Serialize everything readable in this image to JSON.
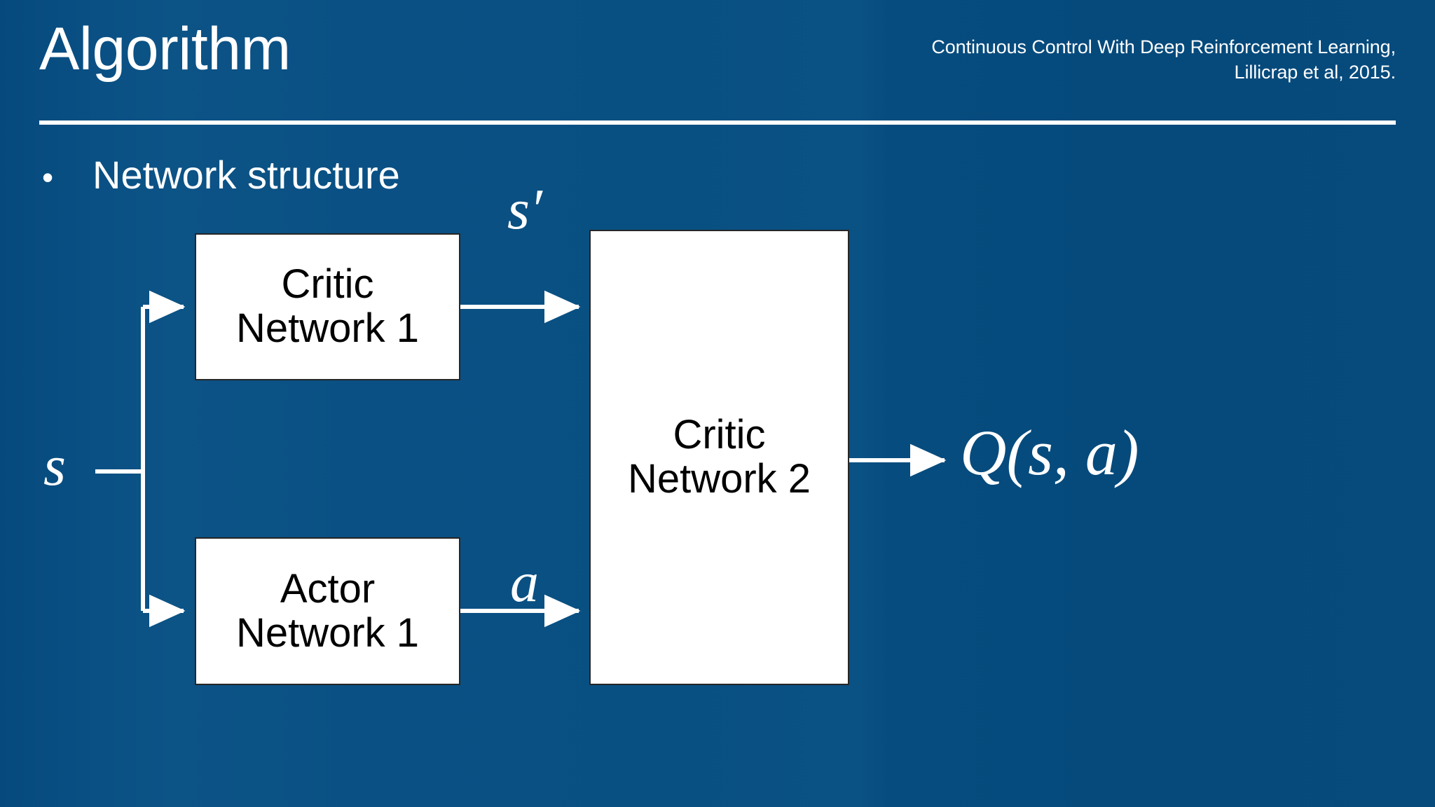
{
  "slide": {
    "title": "Algorithm",
    "citation_lines": [
      "Continuous Control With Deep Reinforcement Learning,",
      "Lillicrap et al, 2015."
    ],
    "bullet_marker": "•",
    "bullet_text": "Network structure",
    "colors": {
      "background": "#0a4f81",
      "foreground": "#ffffff",
      "box_fill": "#ffffff",
      "box_stroke": "#262626"
    }
  },
  "diagram": {
    "name": "actor-critic-network-structure",
    "boxes": [
      {
        "id": "critic1",
        "label_line1": "Critic",
        "label_line2": "Network 1"
      },
      {
        "id": "actor1",
        "label_line1": "Actor",
        "label_line2": "Network 1"
      },
      {
        "id": "critic2",
        "label_line1": "Critic",
        "label_line2": "Network 2"
      }
    ],
    "labels": {
      "input_state": "s",
      "next_state": "s′",
      "action": "a",
      "output_q": "Q(s, a)"
    },
    "edges": [
      {
        "from": "input_state",
        "to": "critic1",
        "label": "s"
      },
      {
        "from": "input_state",
        "to": "actor1",
        "label": "s"
      },
      {
        "from": "critic1",
        "to": "critic2",
        "label": "s′"
      },
      {
        "from": "actor1",
        "to": "critic2",
        "label": "a"
      },
      {
        "from": "critic2",
        "to": "output_q",
        "label": "Q(s, a)"
      }
    ]
  }
}
